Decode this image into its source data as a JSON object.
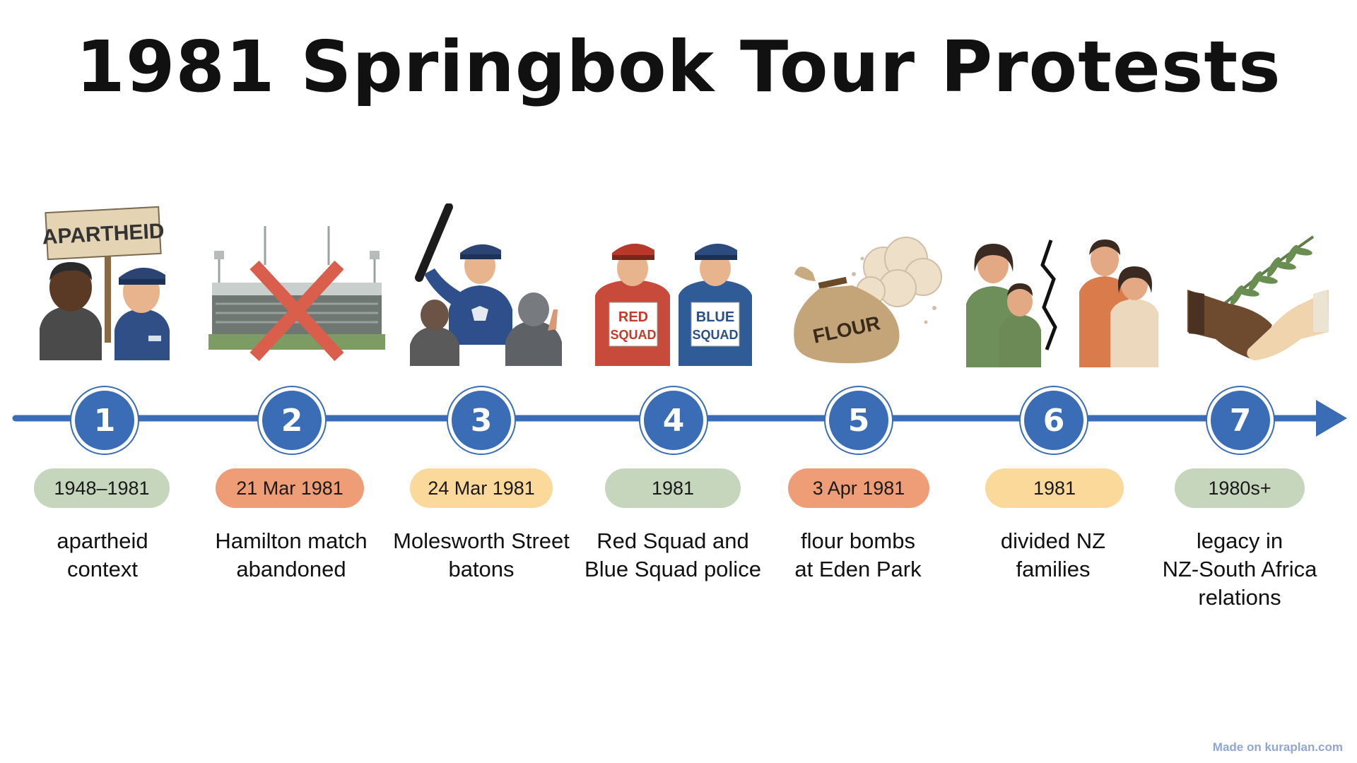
{
  "title": "1981 Springbok Tour Protests",
  "colors": {
    "line": "#3a6db5",
    "green_pill": "#c5d6bd",
    "orange_pill": "#ee9d77",
    "yellow_pill": "#fad99a"
  },
  "events": [
    {
      "number": "1",
      "date": "1948–1981",
      "desc_lines": [
        "apartheid",
        "context"
      ],
      "pill_color": "#c5d6bd",
      "illustration": "apartheid-protest-illustration",
      "sign_text": "APARTHEID"
    },
    {
      "number": "2",
      "date": "21 Mar 1981",
      "desc_lines": [
        "Hamilton match",
        "abandoned"
      ],
      "pill_color": "#ee9d77",
      "illustration": "cancelled-stadium-illustration"
    },
    {
      "number": "3",
      "date": "24 Mar 1981",
      "desc_lines": [
        "Molesworth Street",
        "batons"
      ],
      "pill_color": "#fad99a",
      "illustration": "police-baton-illustration"
    },
    {
      "number": "4",
      "date": "1981",
      "desc_lines": [
        "Red Squad and",
        "Blue Squad police"
      ],
      "pill_color": "#c5d6bd",
      "illustration": "red-blue-squad-illustration",
      "red_label": [
        "RED",
        "SQUAD"
      ],
      "blue_label": [
        "BLUE",
        "SQUAD"
      ]
    },
    {
      "number": "5",
      "date": "3 Apr 1981",
      "desc_lines": [
        "flour bombs",
        "at Eden Park"
      ],
      "pill_color": "#ee9d77",
      "illustration": "flour-bag-illustration",
      "bag_text": "FLOUR"
    },
    {
      "number": "6",
      "date": "1981",
      "desc_lines": [
        "divided NZ",
        "families"
      ],
      "pill_color": "#fad99a",
      "illustration": "divided-families-illustration"
    },
    {
      "number": "7",
      "date": "1980s+",
      "desc_lines": [
        "legacy in",
        "NZ-South Africa",
        "relations"
      ],
      "pill_color": "#c5d6bd",
      "illustration": "handshake-illustration"
    }
  ],
  "credit": "Made on kuraplan.com"
}
